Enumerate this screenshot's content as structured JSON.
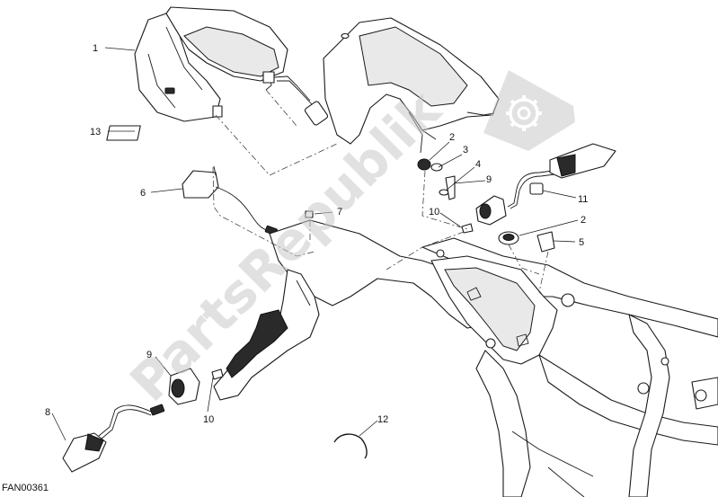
{
  "diagram_code": "FAN00361",
  "watermark": {
    "text": "PartsRepublik",
    "icon": "gear-icon",
    "color": "#c0c0c0"
  },
  "callouts": [
    {
      "id": "c1",
      "label": "1"
    },
    {
      "id": "c13",
      "label": "13"
    },
    {
      "id": "c6",
      "label": "6"
    },
    {
      "id": "c7",
      "label": "7"
    },
    {
      "id": "c2a",
      "label": "2"
    },
    {
      "id": "c3",
      "label": "3"
    },
    {
      "id": "c4",
      "label": "4"
    },
    {
      "id": "c9a",
      "label": "9"
    },
    {
      "id": "c11",
      "label": "11"
    },
    {
      "id": "c10a",
      "label": "10"
    },
    {
      "id": "c2b",
      "label": "2"
    },
    {
      "id": "c5",
      "label": "5"
    },
    {
      "id": "c9b",
      "label": "9"
    },
    {
      "id": "c10b",
      "label": "10"
    },
    {
      "id": "c8",
      "label": "8"
    },
    {
      "id": "c12",
      "label": "12"
    }
  ]
}
